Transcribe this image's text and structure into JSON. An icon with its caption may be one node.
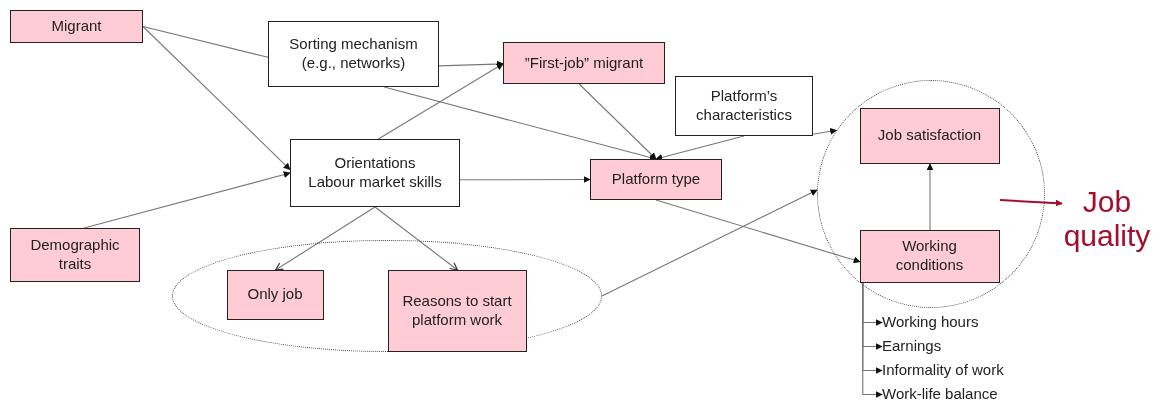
{
  "diagram": {
    "nodes": [
      {
        "text": [
          "Migrant"
        ]
      },
      {
        "text": [
          "Sorting mechanism (e.g., networks)"
        ]
      },
      {
        "text": [
          "”First-job” migrant"
        ]
      },
      {
        "text": [
          "Platform’s characteristics"
        ]
      },
      {
        "text": [
          "Orientations",
          "Labour market skills"
        ]
      },
      {
        "text": [
          "Platform type"
        ]
      },
      {
        "text": [],
        "shape": "circle"
      },
      {
        "text": [
          "Job satisfaction"
        ],
        "in": 6
      },
      {
        "text": [
          "Working conditions"
        ],
        "in": 6
      },
      {
        "text": [
          "Job quality"
        ]
      },
      {
        "text": [
          "Demographic traits"
        ]
      },
      {
        "text": [],
        "shape": "ellipse"
      },
      {
        "text": [
          "Only job"
        ],
        "in": 11
      },
      {
        "text": [
          "Reasons to start platform work"
        ],
        "in": 11
      },
      {
        "text": [
          "Working hours"
        ]
      },
      {
        "text": [
          "Earnings"
        ]
      },
      {
        "text": [
          "Informality of work"
        ]
      },
      {
        "text": [
          "Work-life balance"
        ]
      }
    ],
    "edges": [
      {
        "from": 0,
        "to": 1,
        "arrow": "none"
      },
      {
        "from": 0,
        "to": 4,
        "arrow": "to"
      },
      {
        "from": 1,
        "to": 2,
        "arrow": "to"
      },
      {
        "from": 1,
        "to": 5,
        "arrow": "to"
      },
      {
        "from": 4,
        "to": 2,
        "arrow": "to"
      },
      {
        "from": 10,
        "to": 4,
        "arrow": "to"
      },
      {
        "from": 4,
        "to": 5,
        "arrow": "to"
      },
      {
        "from": 2,
        "to": 5,
        "arrow": "to"
      },
      {
        "from": 3,
        "to": 5,
        "arrow": "to"
      },
      {
        "from": 3,
        "to": 6,
        "arrow": "to"
      },
      {
        "from": 5,
        "to": 8,
        "arrow": "to"
      },
      {
        "from": 11,
        "to": 6,
        "arrow": "to"
      },
      {
        "from": 4,
        "to": 12,
        "arrow": "to"
      },
      {
        "from": 4,
        "to": 13,
        "arrow": "to"
      },
      {
        "from": 8,
        "to": 7,
        "arrow": "to"
      },
      {
        "from": null,
        "to": 9,
        "arrow": "to",
        "color": "#a50d2d"
      },
      {
        "from": 8,
        "to": 14,
        "arrow": "to"
      },
      {
        "from": 8,
        "to": 15,
        "arrow": "to"
      },
      {
        "from": 8,
        "to": 16,
        "arrow": "to"
      },
      {
        "from": 8,
        "to": 17,
        "arrow": "to"
      }
    ]
  }
}
